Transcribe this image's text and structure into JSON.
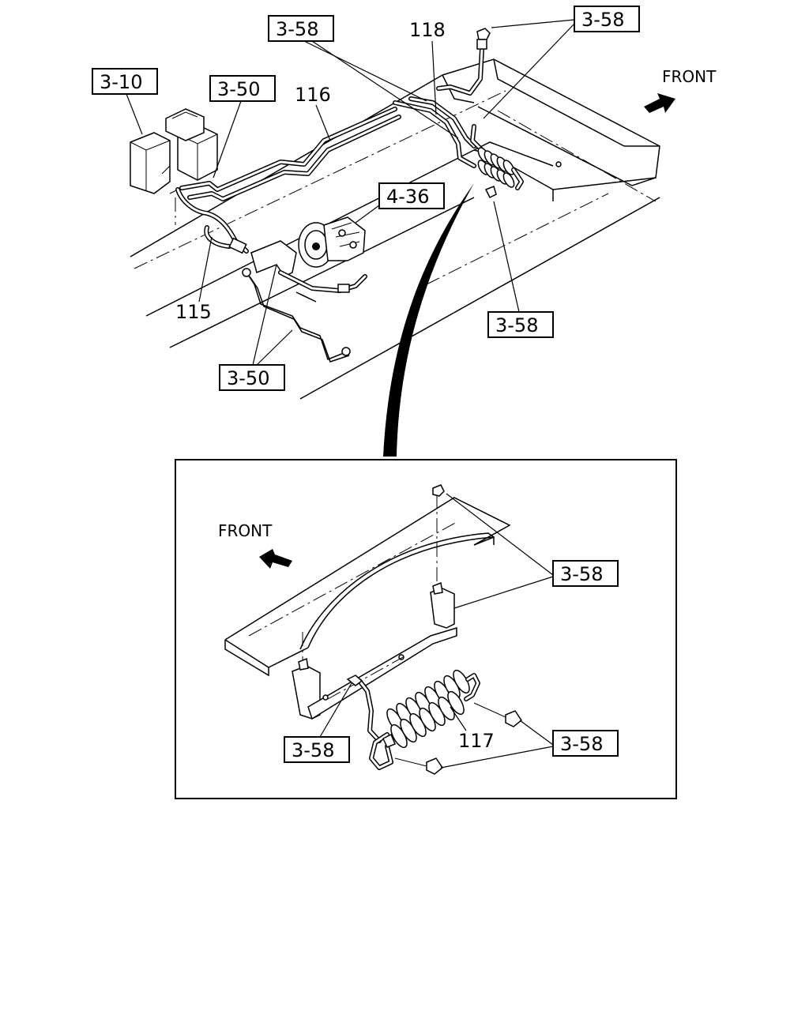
{
  "labels": {
    "ref_3_10": "3-10",
    "ref_3_50_top": "3-50",
    "ref_3_50_bottom": "3-50",
    "ref_3_58_topleft": "3-58",
    "ref_3_58_topright": "3-58",
    "ref_3_58_right": "3-58",
    "ref_4_36": "4-36",
    "ref_3_58_inset_upper": "3-58",
    "ref_3_58_inset_lower_left": "3-58",
    "ref_3_58_inset_lower_right": "3-58",
    "part_115": "115",
    "part_116": "116",
    "part_117": "117",
    "part_118": "118",
    "front_top": "FRONT",
    "front_inset": "FRONT"
  },
  "icons": {
    "front_arrow": "arrow-icon",
    "detail_callout": "callout-icon"
  }
}
